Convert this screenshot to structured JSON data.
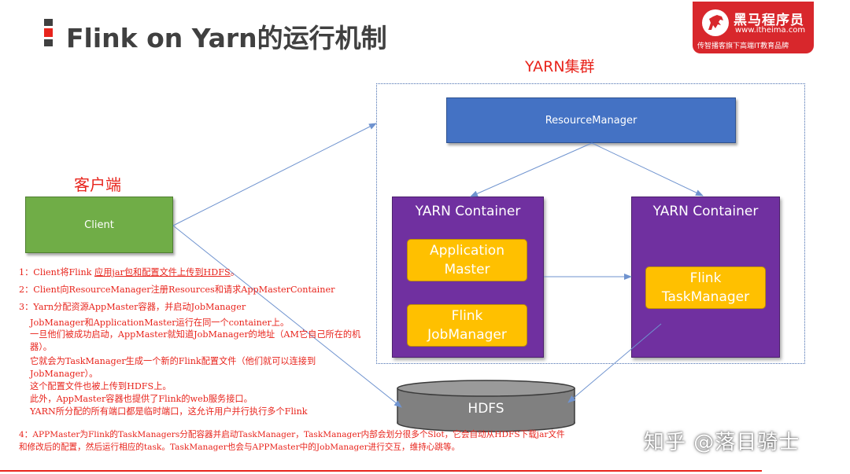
{
  "title": "Flink on Yarn的运行机制",
  "logo": {
    "name": "黑马程序员",
    "url": "www.itheima.com",
    "slogan": "传智播客旗下高端IT教育品牌"
  },
  "labels": {
    "cluster": "YARN集群",
    "client": "客户端"
  },
  "nodes": {
    "resource_manager": "ResourceManager",
    "client": "Client",
    "container_left_title": "YARN Container",
    "container_right_title": "YARN Container",
    "application_master": [
      "Application",
      "Master"
    ],
    "flink_jobmanager": [
      "Flink",
      "JobManager"
    ],
    "flink_taskmanager": [
      "Flink",
      "TaskManager"
    ],
    "hdfs": "HDFS"
  },
  "notes": {
    "step1_prefix": "1：Client将Flink ",
    "step1_underlined": "应用jar包和配置文件上传到HDFS",
    "step1_suffix": "。",
    "step2": "2：Client向ResourceManager注册Resources和请求AppMasterContainer",
    "step3": "3：Yarn分配资源AppMaster容器，并启动JobManager",
    "step3_lines": [
      "JobManager和ApplicationMaster运行在同一个container上。",
      "一旦他们被成功启动，AppMaster就知道JobManager的地址（AM它自己所在的机",
      "器）。",
      "它就会为TaskManager生成一个新的Flink配置文件（他们就可以连接到",
      "JobManager）。",
      "这个配置文件也被上传到HDFS上。",
      "此外，AppMaster容器也提供了Flink的web服务接口。",
      "YARN所分配的所有端口都是临时端口，这允许用户并行执行多个Flink"
    ],
    "step4_line1": "4：APPMaster为Flink的TaskManagers分配容器并启动TaskManager，TaskManager内部会划分很多个Slot，它会自动从HDFS下载jar文件",
    "step4_line2": "和修改后的配置，然后运行相应的task。TaskManager也会与APPMaster中的JobManager进行交互，维持心跳等。"
  },
  "watermark": "知乎 @落日骑士",
  "colors": {
    "accent_red": "#e8241c",
    "resource_manager": "#4472c4",
    "client": "#70ad47",
    "container": "#7030a0",
    "component": "#ffc000",
    "hdfs": "#808080",
    "arrow": "#6f93cf"
  }
}
